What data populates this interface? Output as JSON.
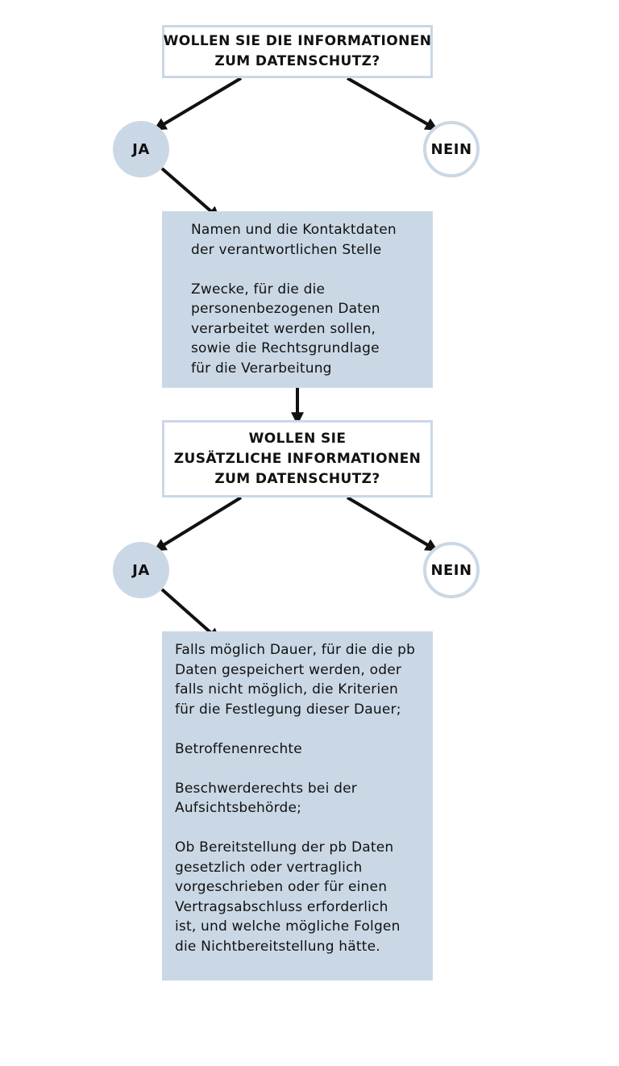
{
  "question_1": {
    "lines": [
      "WOLLEN SIE DIE INFORMATIONEN",
      "ZUM DATENSCHUTZ?"
    ]
  },
  "answers_1": {
    "yes": "JA",
    "no": "NEIN"
  },
  "info_1": {
    "paragraphs": [
      [
        "Namen und die Kontaktdaten",
        "der verantwortlichen Stelle"
      ],
      [
        "Zwecke, für die die",
        "personenbezogenen Daten",
        "verarbeitet werden sollen,",
        "sowie die Rechtsgrundlage",
        "für die Verarbeitung"
      ]
    ]
  },
  "question_2": {
    "lines": [
      "WOLLEN SIE",
      "ZUSÄTZLICHE INFORMATIONEN",
      "ZUM DATENSCHUTZ?"
    ]
  },
  "answers_2": {
    "yes": "JA",
    "no": "NEIN"
  },
  "info_2": {
    "paragraphs": [
      [
        "Falls möglich Dauer, für die die pb",
        "Daten gespeichert werden, oder",
        "falls nicht möglich, die Kriterien",
        "für die Festlegung dieser Dauer;"
      ],
      [
        "Betroffenenrechte"
      ],
      [
        "Beschwerderechts bei der",
        "Aufsichtsbehörde;"
      ],
      [
        "Ob Bereitstellung der pb Daten",
        "gesetzlich oder vertraglich",
        "vorgeschrieben oder für einen",
        "Vertragsabschluss erforderlich",
        "ist, und welche mögliche Folgen",
        "die Nichtbereitstellung hätte."
      ]
    ]
  },
  "colors": {
    "box_fill": "#cad8e6",
    "box_border": "#cad8e6",
    "arrow": "#111111",
    "background": "#ffffff"
  }
}
